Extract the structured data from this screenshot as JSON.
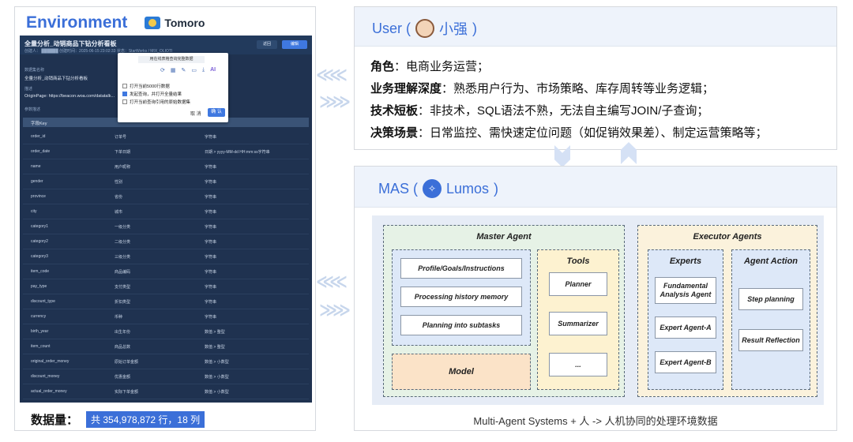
{
  "environment": {
    "title": "Environment",
    "brand": "Tomoro",
    "screen": {
      "report_title": "全量分析_动销商品下钻分析看板",
      "meta": "创建人：  ██████  创建时间：2025-06-15 23:02:33  状态：StarWorks / MIX_OLIOTI",
      "back_button": "返回",
      "edit_button": "编辑",
      "dataset_label": "数据集名称",
      "dataset_value": "全量分析_动销商品下钻分析看板",
      "desc_label": "描述",
      "desc_value": "OriginPage: https://beacon.woa.com/datatalk...",
      "params_label": "参数描述",
      "table_header": {
        "col1": "字段Key",
        "col2": "",
        "col3": ""
      },
      "rows": [
        {
          "key": "order_id",
          "name": "订单号",
          "type": "字符串"
        },
        {
          "key": "order_date",
          "name": "下单日期",
          "type": "日期 > yyyy-MM-dd HH:mm:ss字符串"
        },
        {
          "key": "name",
          "name": "用户昵称",
          "type": "字符串"
        },
        {
          "key": "gender",
          "name": "性别",
          "type": "字符串"
        },
        {
          "key": "province",
          "name": "省份",
          "type": "字符串"
        },
        {
          "key": "city",
          "name": "城市",
          "type": "字符串"
        },
        {
          "key": "category1",
          "name": "一级分类",
          "type": "字符串"
        },
        {
          "key": "category2",
          "name": "二级分类",
          "type": "字符串"
        },
        {
          "key": "category3",
          "name": "三级分类",
          "type": "字符串"
        },
        {
          "key": "item_code",
          "name": "商品编码",
          "type": "字符串"
        },
        {
          "key": "pay_type",
          "name": "支付类型",
          "type": "字符串"
        },
        {
          "key": "discount_type",
          "name": "折扣类型",
          "type": "字符串"
        },
        {
          "key": "currency",
          "name": "币种",
          "type": "字符串"
        },
        {
          "key": "birth_year",
          "name": "出生年份",
          "type": "数值 > 整型"
        },
        {
          "key": "item_count",
          "name": "商品总数",
          "type": "数值 > 整型"
        },
        {
          "key": "original_order_money",
          "name": "原始订单金额",
          "type": "数值 > 小数型"
        },
        {
          "key": "discount_money",
          "name": "优惠金额",
          "type": "数值 > 小数型"
        },
        {
          "key": "actual_order_money",
          "name": "实际下单金额",
          "type": "数值 > 小数型"
        }
      ],
      "popup": {
        "tip": "用在线表格查询完整数据",
        "ai": "AI",
        "options": [
          "打开当前5000行数据",
          "发起查询，并打开全量结果",
          "打开当前查询引用的原始数据集"
        ],
        "checked_index": 1,
        "cancel": "取 消",
        "confirm": "确 认"
      }
    },
    "count_label": "数据量：",
    "count_value": "共 354,978,872 行，18 列"
  },
  "user": {
    "title_prefix": "User (",
    "name": "小强",
    "title_suffix": ")",
    "lines": [
      {
        "label": "角色",
        "text": "：电商业务运营；"
      },
      {
        "label": "业务理解深度",
        "text": "：熟悉用户行为、市场策略、库存周转等业务逻辑；"
      },
      {
        "label": "技术短板",
        "text": "：非技术，SQL语法不熟，无法自主编写JOIN/子查询；"
      },
      {
        "label": "决策场景",
        "text": "：日常监控、需快速定位问题（如促销效果差）、制定运营策略等；"
      }
    ]
  },
  "mas": {
    "title_prefix": "MAS (",
    "name": "Lumos",
    "title_suffix": ")",
    "master": {
      "title": "Master Agent",
      "items": [
        "Profile/Goals/Instructions",
        "Processing history memory",
        "Planning into subtasks"
      ],
      "model": "Model",
      "tools_title": "Tools",
      "tools": [
        "Planner",
        "Summarizer",
        "..."
      ]
    },
    "executor": {
      "title": "Executor Agents",
      "experts_title": "Experts",
      "experts": [
        "Fundamental Analysis Agent",
        "Expert Agent-A",
        "Expert Agent-B"
      ],
      "action_title": "Agent Action",
      "actions": [
        "Step planning",
        "Result Reflection"
      ]
    },
    "caption": "Multi-Agent Systems + 人    ->  人机协同的处理环境数据"
  },
  "colors": {
    "accent": "#3b6fd8",
    "screen_bg": "#1f3250",
    "master_bg": "#e6f2e6",
    "executor_bg": "#fbf2dc"
  }
}
